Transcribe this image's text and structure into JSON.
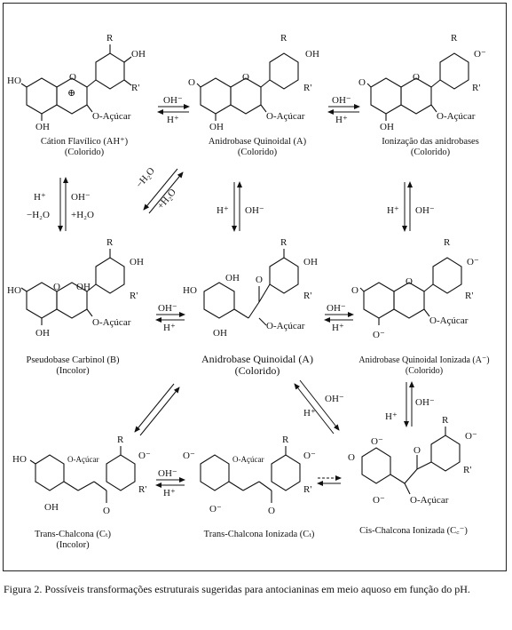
{
  "caption": "Figura 2. Possíveis transformações estruturais sugeridas para antocianinas em meio aquoso em função do pH.",
  "species": {
    "flavylium": {
      "name": "Cátion Flavílico (AH⁺)",
      "color": "(Colorido)"
    },
    "anhydrobase": {
      "name": "Anidrobase Quinoidal (A)",
      "color": "(Colorido)"
    },
    "anhydrobase_ion": {
      "name": "Ionização das anidrobases",
      "color": "(Colorido)"
    },
    "carbinol": {
      "name": "Pseudobase Carbinol (B)",
      "color": "(Incolor)"
    },
    "anhydrobase_open": {
      "name": "Anidrobase Quinoidal (A)",
      "color": "(Colorido)"
    },
    "anhydrobase_ionized": {
      "name": "Anidrobase Quinoidal Ionizada (A⁻)",
      "color": "(Colorido)"
    },
    "chalcone": {
      "name": "Trans-Chalcona (Cₜ)",
      "color": "(Incolor)"
    },
    "chalcone_ion": {
      "name": "Trans-Chalcona Ionizada (Cₜ)",
      "color": ""
    },
    "cis_chalcone_ion": {
      "name": "Cis-Chalcona Ionizada (C꜀⁻)",
      "color": ""
    }
  },
  "atoms": {
    "R": "R",
    "R2": "R'",
    "OH": "OH",
    "HO": "HO",
    "O": "O",
    "Ominus": "O⁻",
    "sugar": "O-Açúcar",
    "plus": "⊕"
  },
  "conditions": {
    "oh": "OH⁻",
    "h": "H⁺",
    "minus_h2o": "−H₂O",
    "plus_h2o": "+H₂O"
  }
}
